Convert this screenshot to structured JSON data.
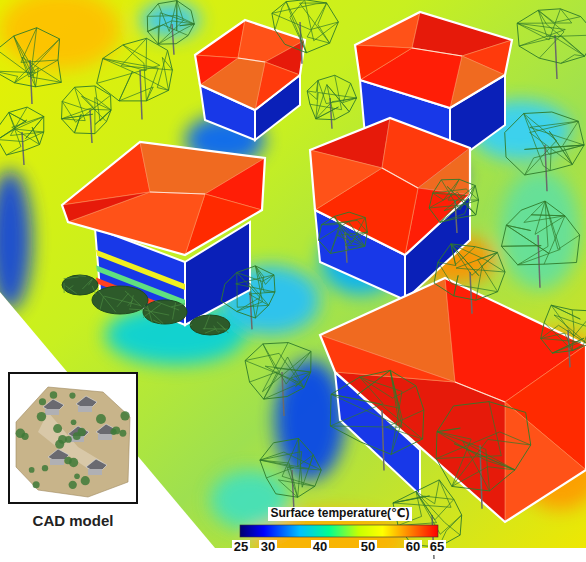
{
  "diagram": {
    "nodes": [
      {
        "text": [
          "CAD model"
        ]
      }
    ],
    "labels": [
      "Surface temperature(℃)",
      "25",
      "30",
      "40",
      "50",
      "60",
      "65"
    ]
  }
}
